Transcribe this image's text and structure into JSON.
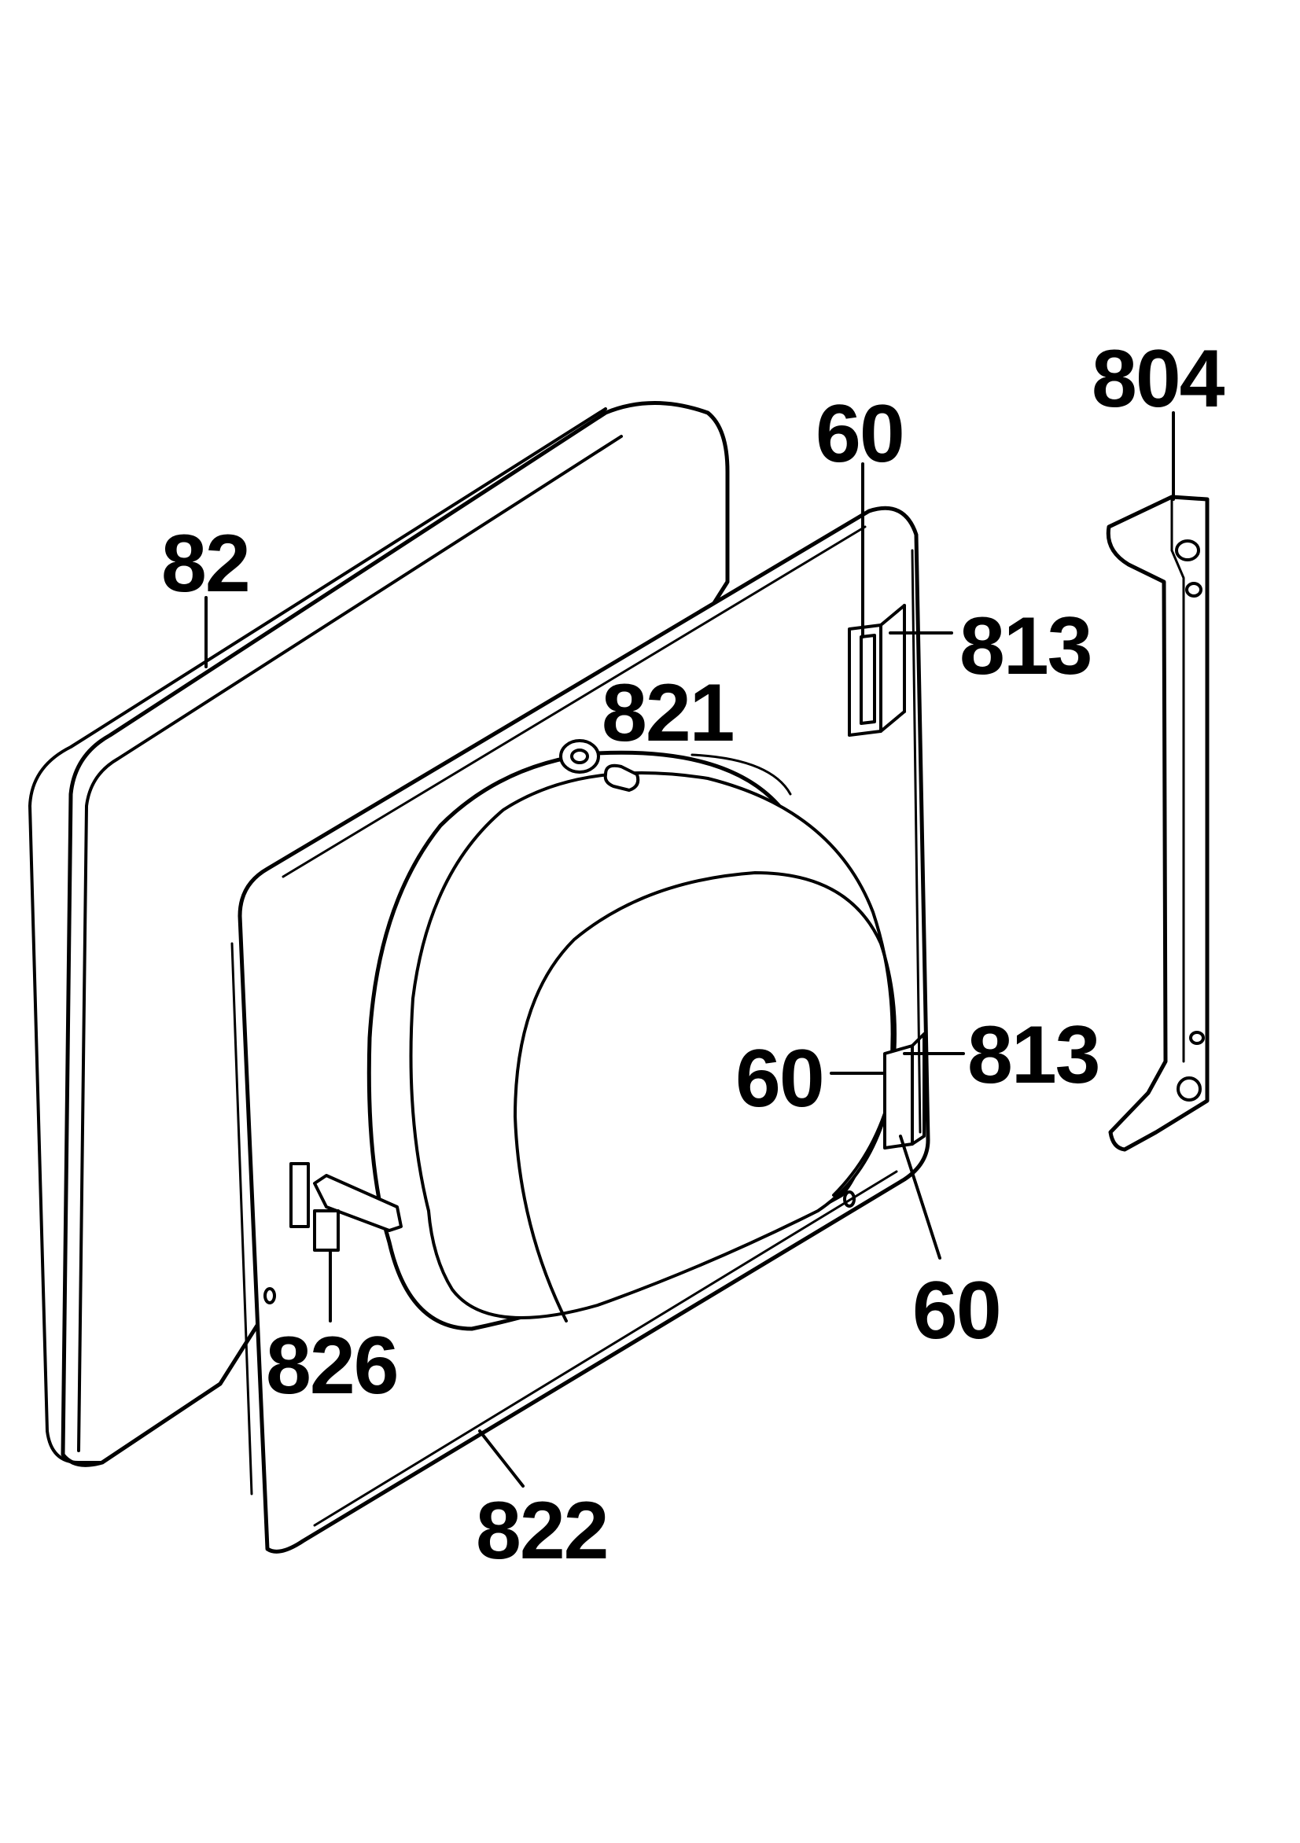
{
  "diagram": {
    "labels": {
      "door_outer": "82",
      "hinge_bracket": "804",
      "hinge_slot_top": "60",
      "hinge_top": "813",
      "latch_pin": "821",
      "hinge_bottom": "813",
      "hinge_slot_mid": "60",
      "hinge_slot_low": "60",
      "lock": "826",
      "door_inner": "822"
    },
    "colors": {
      "line": "#000000",
      "background": "#ffffff"
    }
  }
}
